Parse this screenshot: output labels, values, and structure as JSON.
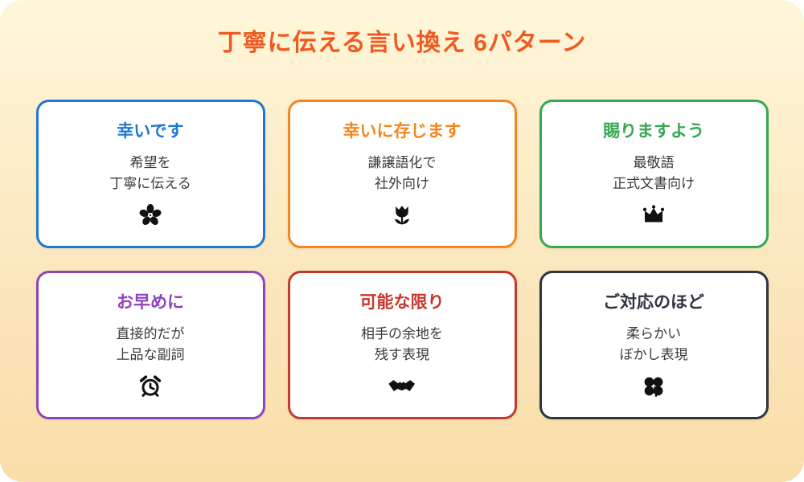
{
  "page": {
    "title": "丁寧に伝える言い換え 6パターン",
    "title_color": "#EF5A22",
    "background_top": "#FFF7DA",
    "background_bottom": "#F9DEA9"
  },
  "cards": [
    {
      "heading": "幸いです",
      "body": "希望を\n丁寧に伝える",
      "icon": "cherry-blossom-icon",
      "color": "#1E78D2"
    },
    {
      "heading": "幸いに存じます",
      "body": "謙譲語化で\n社外向け",
      "icon": "tulip-icon",
      "color": "#F5861F"
    },
    {
      "heading": "賜りますよう",
      "body": "最敬語\n正式文書向け",
      "icon": "crown-icon",
      "color": "#34A853"
    },
    {
      "heading": "お早めに",
      "body": "直接的だが\n上品な副詞",
      "icon": "alarm-clock-icon",
      "color": "#8F44BC"
    },
    {
      "heading": "可能な限り",
      "body": "相手の余地を\n残す表現",
      "icon": "handshake-icon",
      "color": "#C6372C"
    },
    {
      "heading": "ご対応のほど",
      "body": "柔らかい\nぼかし表現",
      "icon": "four-leaf-clover-icon",
      "color": "#30353F"
    }
  ]
}
